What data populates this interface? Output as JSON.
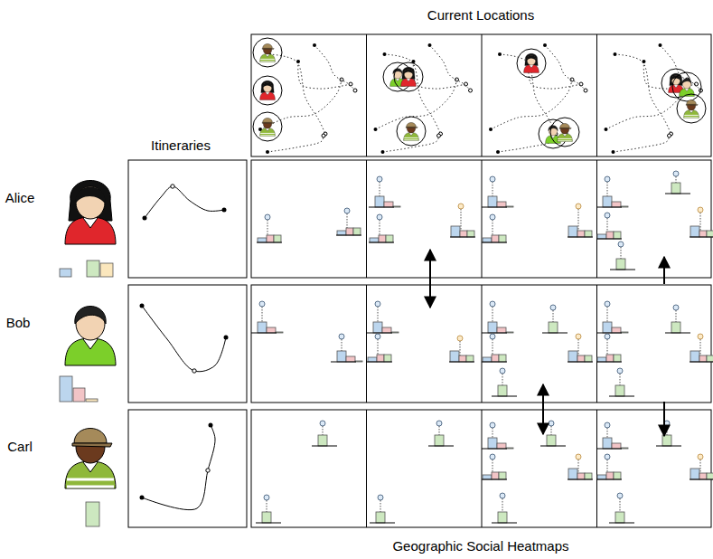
{
  "diagram": {
    "labels": [
      "Current Locations",
      "Itineraries",
      "Alice",
      "Bob",
      "Carl",
      "Geographic Social Heatmaps"
    ]
  }
}
